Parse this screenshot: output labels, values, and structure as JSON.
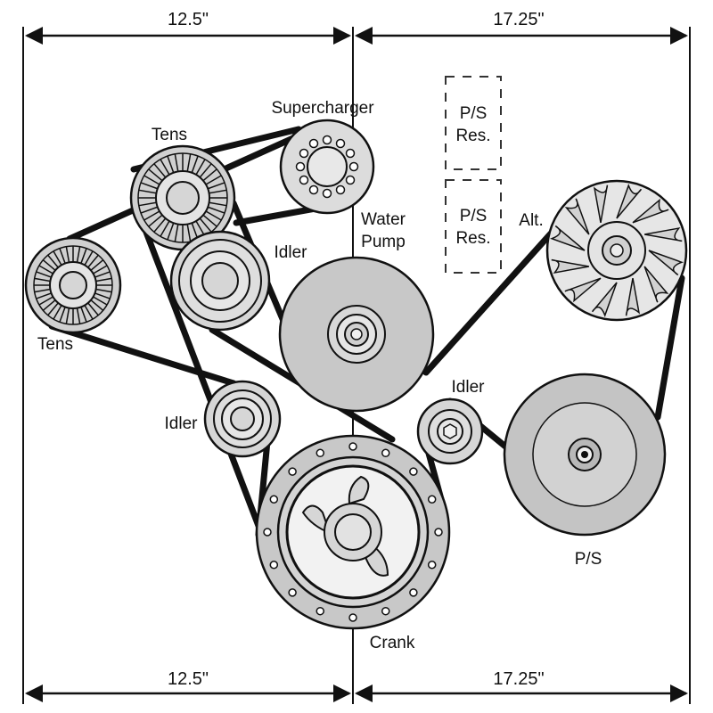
{
  "dimensions": {
    "left_span": "12.5\"",
    "right_span": "17.25\""
  },
  "components": {
    "supercharger": "Supercharger",
    "tensioner_top": "Tens",
    "tensioner_left": "Tens",
    "idler_upper": "Idler",
    "water_pump_line1": "Water",
    "water_pump_line2": "Pump",
    "idler_left": "Idler",
    "idler_right": "Idler",
    "crank": "Crank",
    "alternator": "Alt.",
    "power_steering": "P/S",
    "ps_reservoir_1_line1": "P/S",
    "ps_reservoir_1_line2": "Res.",
    "ps_reservoir_2_line1": "P/S",
    "ps_reservoir_2_line2": "Res."
  },
  "colors": {
    "pulley_fill": "#d6d6d6",
    "pulley_dark": "#b4b4b4",
    "belt": "#111111",
    "line": "#111111"
  }
}
